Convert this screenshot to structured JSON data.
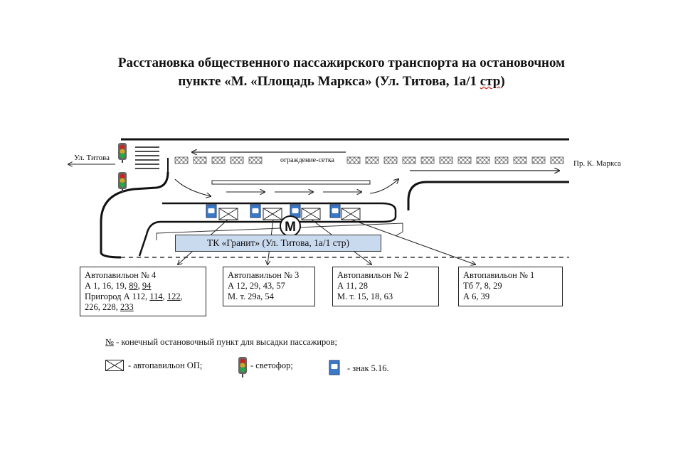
{
  "title": {
    "line1": "Расстановка общественного пассажирского транспорта на остановочном",
    "line2_main": "пункте «М. «Площадь Маркса» (Ул. Титова, 1а/1 ",
    "line2_err": "стр",
    "line2_end": ")"
  },
  "streets": {
    "left": "Ул. Титова",
    "right": "Пр. К. Маркса",
    "fence": "ограждение-сетка"
  },
  "building": "ТК «Гранит» (Ул. Титова, 1а/1 стр)",
  "metro_symbol": "М",
  "pavilions": [
    {
      "title": "Автопавильон № 4",
      "row1": [
        "А 1, 16, 19, ",
        "89",
        ", ",
        "94"
      ],
      "row2": [
        "Пригород А 112, ",
        "114",
        ", ",
        "122",
        ","
      ],
      "row3": [
        "226, 228, ",
        "233"
      ]
    },
    {
      "title": "Автопавильон № 3",
      "row1": "А 12, 29, 43, 57",
      "row2": "М. т. 29а, 54"
    },
    {
      "title": "Автопавильон № 2",
      "row1": "А 11, 28",
      "row2": "М. т. 15, 18, 63"
    },
    {
      "title": "Автопавильон № 1",
      "row1": "Тб 7, 8, 29",
      "row2": "А 6, 39"
    }
  ],
  "legend": {
    "terminal_symbol": "№",
    "terminal_text": " - конечный остановочный пункт для высадки пассажиров;",
    "pavilion_text": "- автопавильон ОП;",
    "traffic_light_text": "- светофор;",
    "sign_text": "- знак 5.16."
  },
  "colors": {
    "building_fill": "#c9d9ee",
    "sign_blue": "#3b78c8",
    "light_red": "#cc2222",
    "light_green": "#22aa44"
  }
}
